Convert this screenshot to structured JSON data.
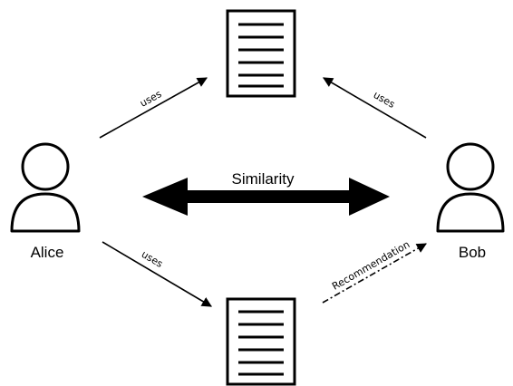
{
  "nodes": {
    "alice": {
      "label": "Alice"
    },
    "bob": {
      "label": "Bob"
    }
  },
  "relations": {
    "similarity_label": "Similarity",
    "alice_uses_top": "uses",
    "bob_uses_top": "uses",
    "alice_uses_bottom": "uses",
    "recommendation": "Recommendation"
  },
  "icons": {
    "person": "person-outline-icon",
    "document": "document-lines-icon"
  },
  "colors": {
    "stroke": "#000000",
    "background": "#ffffff"
  }
}
